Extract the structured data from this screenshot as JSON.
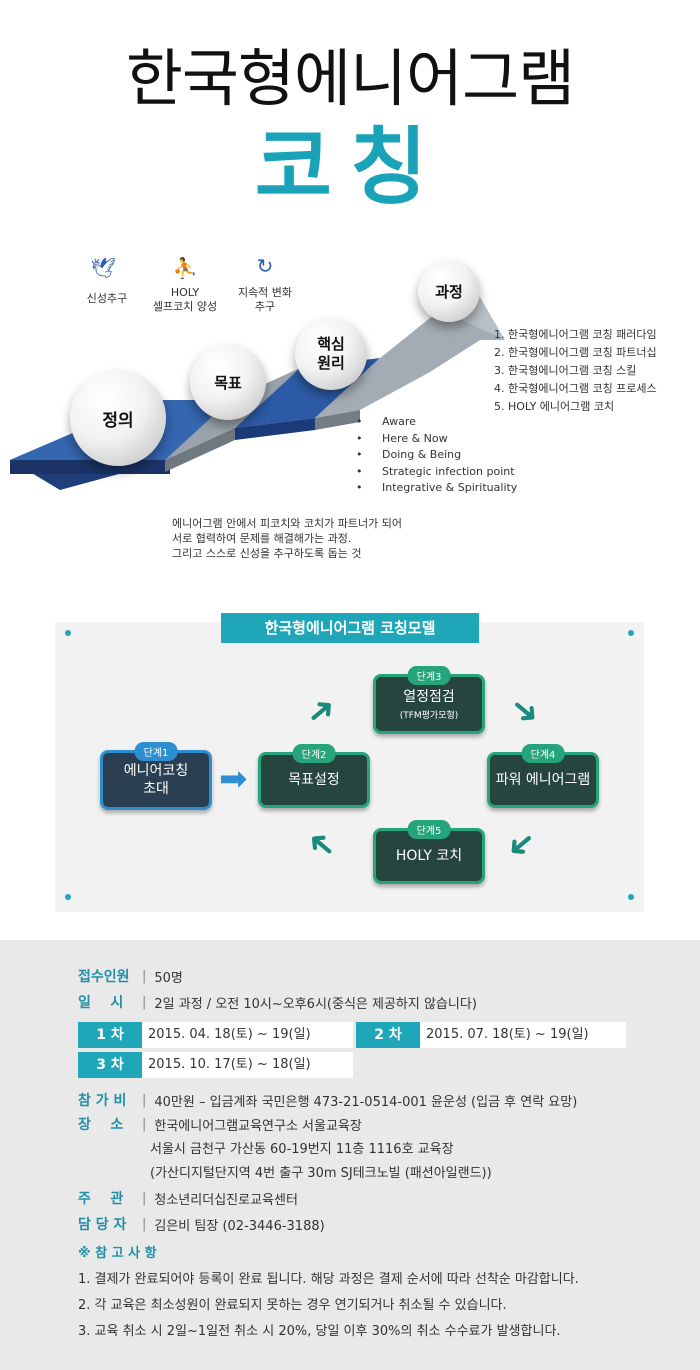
{
  "header": {
    "title": "한국형에니어그램",
    "subtitle": "코칭"
  },
  "diagram": {
    "spheres": {
      "definition": "정의",
      "goal": "목표",
      "core_line1": "핵심",
      "core_line2": "원리",
      "process": "과정"
    },
    "icons": [
      {
        "icon": "dove-icon",
        "label1": "신성추구",
        "label2": ""
      },
      {
        "icon": "person-icon",
        "label1": "HOLY",
        "label2": "셀프코치 양성"
      },
      {
        "icon": "cycle-icon",
        "label1": "지속적 변화",
        "label2": "추구"
      }
    ],
    "process_list": [
      "1. 한국형에니어그램 코칭 패러다임",
      "2. 한국형에니어그램 코칭 파트너십",
      "3. 한국형에니어그램 코칭 스킬",
      "4. 한국형에니어그램 코칭 프로세스",
      "5. HOLY 에니어그램 코치"
    ],
    "principles": [
      "Aware",
      "Here & Now",
      "Doing & Being",
      "Strategic infection point",
      "Integrative & Spirituality"
    ],
    "definition_text": [
      "에니어그램  안에서  피코치와  코치가  파트너가  되어",
      "서로 협력하여 문제를 해결해가는 과정.",
      "그리고 스스로 신성을 추구하도록 돕는 것"
    ]
  },
  "model": {
    "title": "한국형에니어그램 코칭모델",
    "steps": [
      {
        "badge": "단계1",
        "line1": "에니어코칭",
        "line2": "초대",
        "sub": ""
      },
      {
        "badge": "단계2",
        "line1": "목표설정",
        "line2": "",
        "sub": ""
      },
      {
        "badge": "단계3",
        "line1": "열정점검",
        "line2": "",
        "sub": "(TFM평가모형)"
      },
      {
        "badge": "단계4",
        "line1": "파워 에니어그램",
        "line2": "",
        "sub": ""
      },
      {
        "badge": "단계5",
        "line1": "HOLY 코치",
        "line2": "",
        "sub": ""
      }
    ],
    "colors": {
      "accent": "#1fa7b9",
      "step_border": "#26a47c",
      "step1_border": "#2d8fcf"
    }
  },
  "info": {
    "capacity": {
      "label": "접수인원",
      "value": "50명"
    },
    "date": {
      "label": "일    시",
      "value": "2일 과정 / 오전 10시~오후6시(중식은 제공하지 않습니다)"
    },
    "schedule": [
      {
        "label": "1 차",
        "value": "2015. 04. 18(토) ~ 19(일)"
      },
      {
        "label": "2 차",
        "value": "2015. 07. 18(토) ~ 19(일)"
      },
      {
        "label": "3 차",
        "value": "2015. 10. 17(토) ~ 18(일)"
      }
    ],
    "fee": {
      "label": "참 가 비",
      "value": "40만원 – 입금계좌 국민은행 473-21-0514-001 윤운성 (입금 후 연락 요망)"
    },
    "place": {
      "label": "장    소",
      "line1": "한국에니어그램교육연구소 서울교육장",
      "line2": "서울시 금천구 가산동 60-19번지 11층 1116호 교육장",
      "line3": "(가산디지털단지역 4번 출구 30m  SJ테크노빌 (패션아일랜드))"
    },
    "host": {
      "label": "주    관",
      "value": "청소년리더십진로교육센터"
    },
    "contact": {
      "label": "담 당 자",
      "value": "김은비 팀장 (02-3446-3188)"
    },
    "separator": "|",
    "notes_title": "※ 참 고 사 항",
    "notes": [
      "1. 결제가 완료되어야 등록이 완료 됩니다.  해당 과정은 결제 순서에 따라 선착순 마감합니다.",
      "2. 각 교육은 최소성원이 완료되지 못하는 경우 연기되거나 취소될 수 있습니다.",
      "3. 교육 취소 시 2일~1일전 취소 시 20%, 당일 이후 30%의 취소 수수료가 발생합니다."
    ]
  }
}
